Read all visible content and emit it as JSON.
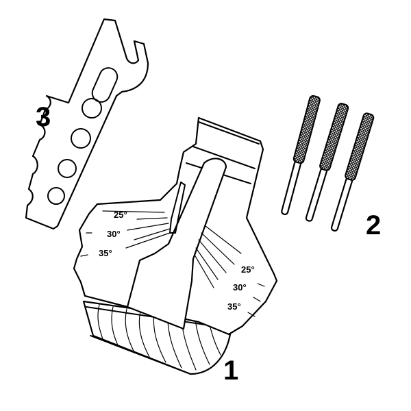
{
  "callouts": {
    "part1": "1",
    "part2": "2",
    "part3": "3"
  },
  "angle_scale_left": [
    "25°",
    "30°",
    "35°"
  ],
  "angle_scale_right": [
    "25°",
    "30°",
    "35°"
  ],
  "icons": [
    "file-guide",
    "round-file",
    "depth-gauge-tool"
  ]
}
